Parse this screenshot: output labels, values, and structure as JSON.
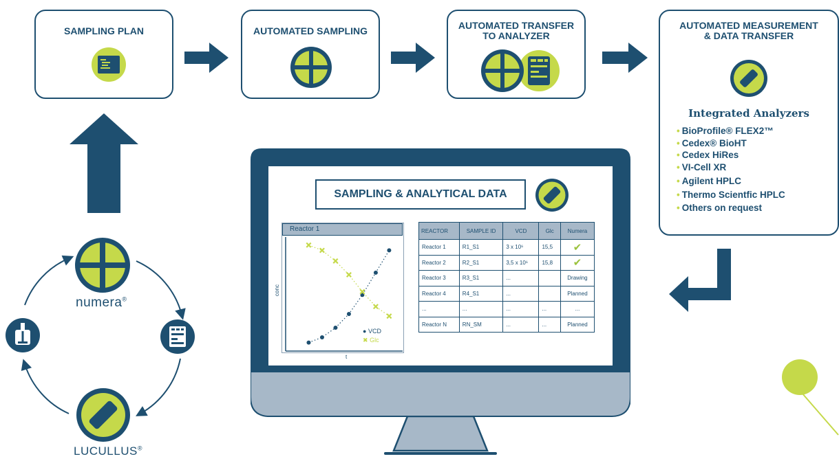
{
  "steps": [
    {
      "title_lines": [
        "SAMPLING PLAN"
      ],
      "icon": "document-list-icon"
    },
    {
      "title_lines": [
        "AUTOMATED SAMPLING"
      ],
      "icon": "numera-icon"
    },
    {
      "title_lines": [
        "AUTOMATED TRANSFER",
        "TO ANALYZER"
      ],
      "icon": "numera-and-analyzer-icon"
    },
    {
      "title_lines": [
        "AUTOMATED MEASUREMENT",
        "& DATA TRANSFER"
      ],
      "icon": "lucullus-icon"
    }
  ],
  "analyzers": {
    "heading": "Integrated Analyzers",
    "items": [
      "BioProfile® FLEX2™",
      "Cedex® BioHT",
      "Cedex HiRes",
      "VI-Cell XR",
      "Agilent HPLC",
      "Thermo Scientfic HPLC",
      "Others on request"
    ]
  },
  "cycle": {
    "numera_label": "numera",
    "lucullus_label": "LUCULLUS",
    "registered": "®"
  },
  "screen": {
    "title": "SAMPLING & ANALYTICAL DATA",
    "chart_title": "Reactor 1",
    "table": {
      "headers": [
        "REACTOR",
        "SAMPLE ID",
        "VCD",
        "Glc",
        "Numera"
      ],
      "rows": [
        [
          "Reactor 1",
          "R1_S1",
          "3 x 10⁶",
          "15,5",
          "✔"
        ],
        [
          "Reactor 2",
          "R2_S1",
          "3,5 x 10⁶",
          "15,8",
          "✔"
        ],
        [
          "Reactor 3",
          "R3_S1",
          "...",
          "",
          "Drawing"
        ],
        [
          "Reactor 4",
          "R4_S1",
          "...",
          "",
          "Planned"
        ],
        [
          "...",
          "...",
          "...",
          "...",
          "..."
        ],
        [
          "Reactor N",
          "RN_SM",
          "...",
          "...",
          "Planned"
        ]
      ]
    }
  },
  "chart_data": {
    "type": "scatter",
    "title": "Reactor 1",
    "xlabel": "t",
    "ylabel": "conc",
    "series": [
      {
        "name": "VCD",
        "x": [
          1,
          2,
          3,
          4,
          5,
          6,
          7
        ],
        "y": [
          0.08,
          0.13,
          0.22,
          0.35,
          0.53,
          0.74,
          0.95
        ]
      },
      {
        "name": "Glc",
        "x": [
          1,
          2,
          3,
          4,
          5,
          6,
          7
        ],
        "y": [
          1.0,
          0.95,
          0.85,
          0.72,
          0.56,
          0.42,
          0.33
        ]
      }
    ],
    "legend_position": "bottom-right",
    "grid": false
  },
  "colors": {
    "navy": "#1e4f70",
    "lime": "#c5d94a",
    "grey_header": "#a7b8c8",
    "monitor_grey": "#a7b8c8"
  }
}
